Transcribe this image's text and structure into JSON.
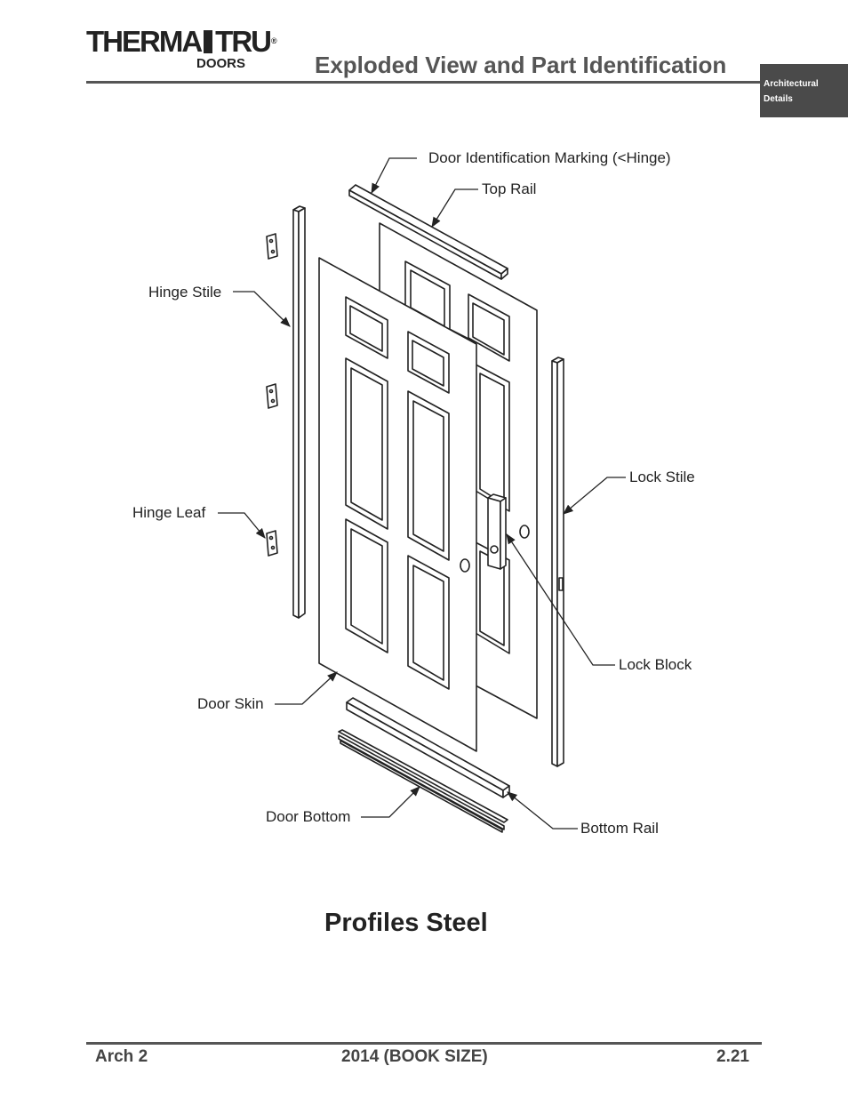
{
  "header": {
    "logo_main": "THERMA",
    "logo_main2": "TRU",
    "logo_reg": "®",
    "logo_sub": "DOORS",
    "title": "Exploded View and Part Identification",
    "tab_line1": "Architectural",
    "tab_line2": "Details"
  },
  "callouts": {
    "door_id_marking": "Door Identification Marking (<Hinge)",
    "top_rail": "Top Rail",
    "hinge_stile": "Hinge Stile",
    "hinge_leaf": "Hinge Leaf",
    "lock_stile": "Lock Stile",
    "lock_block": "Lock Block",
    "door_skin": "Door Skin",
    "door_bottom": "Door Bottom",
    "bottom_rail": "Bottom Rail"
  },
  "caption": "Profiles Steel",
  "footer": {
    "left": "Arch 2",
    "center": "2014 (BOOK SIZE)",
    "right": "2.21"
  }
}
